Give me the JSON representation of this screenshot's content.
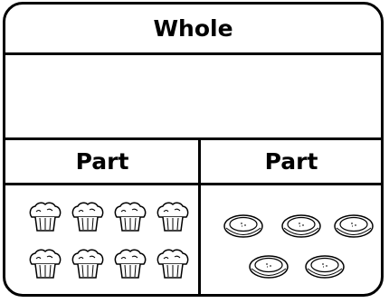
{
  "whole": {
    "title": "Whole",
    "value": ""
  },
  "parts": [
    {
      "title": "Part",
      "items": {
        "kind": "muffin",
        "count": 8,
        "icon": "muffin-icon"
      }
    },
    {
      "title": "Part",
      "items": {
        "kind": "pie",
        "count": 5,
        "icon": "pie-icon"
      }
    }
  ],
  "colors": {
    "stroke": "#000000",
    "background": "#ffffff"
  }
}
